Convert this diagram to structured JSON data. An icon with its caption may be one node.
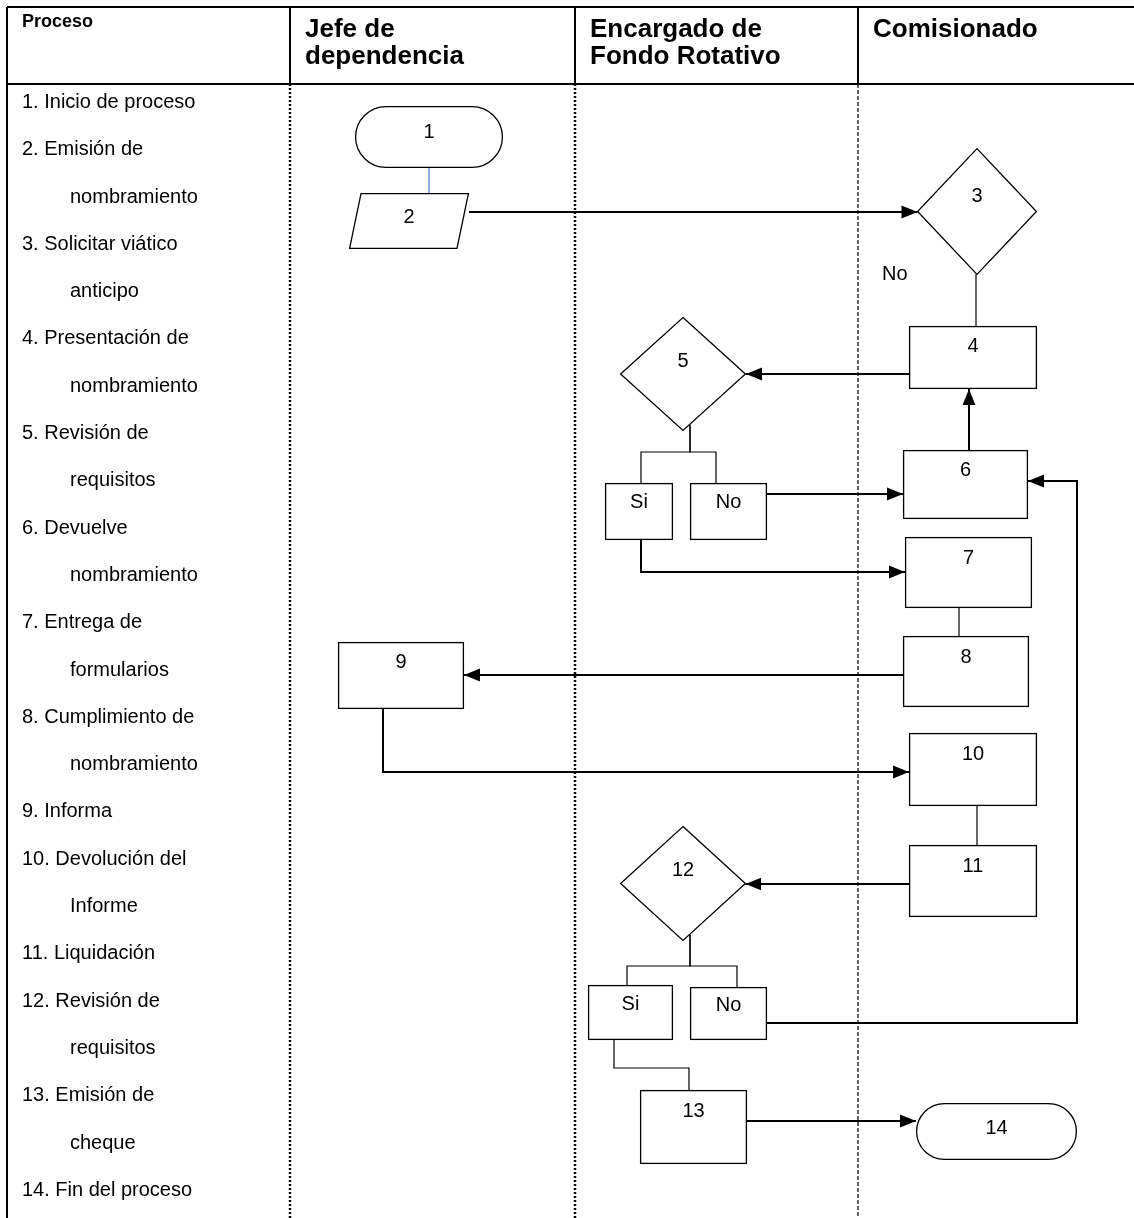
{
  "diagram": {
    "nodes": [
      {
        "text": [
          "1"
        ]
      },
      {
        "text": [
          "2"
        ]
      },
      {
        "text": [
          "3"
        ]
      },
      {
        "text": [
          "4"
        ]
      },
      {
        "text": [
          "5"
        ]
      },
      {
        "text": [
          "Si"
        ]
      },
      {
        "text": [
          "No"
        ]
      },
      {
        "text": [
          "6"
        ]
      },
      {
        "text": [
          "7"
        ]
      },
      {
        "text": [
          "8"
        ]
      },
      {
        "text": [
          "9"
        ]
      },
      {
        "text": [
          "10"
        ]
      },
      {
        "text": [
          "11"
        ]
      },
      {
        "text": [
          "12"
        ]
      },
      {
        "text": [
          "Si"
        ]
      },
      {
        "text": [
          "No"
        ]
      },
      {
        "text": [
          "13"
        ]
      },
      {
        "text": [
          "14"
        ]
      }
    ],
    "edges": [
      {
        "from": 0,
        "to": 1,
        "arrow": "none",
        "color": "#4472c4"
      },
      {
        "from": 1,
        "to": 2,
        "arrow": "to"
      },
      {
        "from": 2,
        "to": 3,
        "arrow": "none",
        "label": "No"
      },
      {
        "from": 3,
        "to": 4,
        "arrow": "to"
      },
      {
        "from": 4,
        "to": 5,
        "arrow": "none"
      },
      {
        "from": 4,
        "to": 6,
        "arrow": "none"
      },
      {
        "from": 6,
        "to": 7,
        "arrow": "to"
      },
      {
        "from": 7,
        "to": 3,
        "arrow": "to"
      },
      {
        "from": 5,
        "to": 8,
        "arrow": "to"
      },
      {
        "from": 8,
        "to": 9,
        "arrow": "none"
      },
      {
        "from": 9,
        "to": 10,
        "arrow": "to"
      },
      {
        "from": 10,
        "to": 11,
        "arrow": "to"
      },
      {
        "from": 11,
        "to": 12,
        "arrow": "none"
      },
      {
        "from": 12,
        "to": 13,
        "arrow": "to"
      },
      {
        "from": 13,
        "to": 14,
        "arrow": "none"
      },
      {
        "from": 13,
        "to": 15,
        "arrow": "none"
      },
      {
        "from": 15,
        "to": 7,
        "arrow": "to"
      },
      {
        "from": 14,
        "to": 16,
        "arrow": "none"
      },
      {
        "from": 16,
        "to": 17,
        "arrow": "to"
      }
    ],
    "labels": [
      "Proceso",
      "Jefe de dependencia",
      "Encargado de Fondo Rotativo",
      "Comisionado",
      "1. Inicio de proceso",
      "2. Emisión de nombramiento",
      "3. Solicitar viático anticipo",
      "4. Presentación de nombramiento",
      "5. Revisión de requisitos",
      "6. Devuelve nombramiento",
      "7. Entrega de formularios",
      "8. Cumplimiento de nombramiento",
      "9. Informa",
      "10. Devolución del Informe",
      "11. Liquidación",
      "12. Revisión de requisitos",
      "13. Emisión de cheque",
      "14. Fin del proceso"
    ]
  }
}
